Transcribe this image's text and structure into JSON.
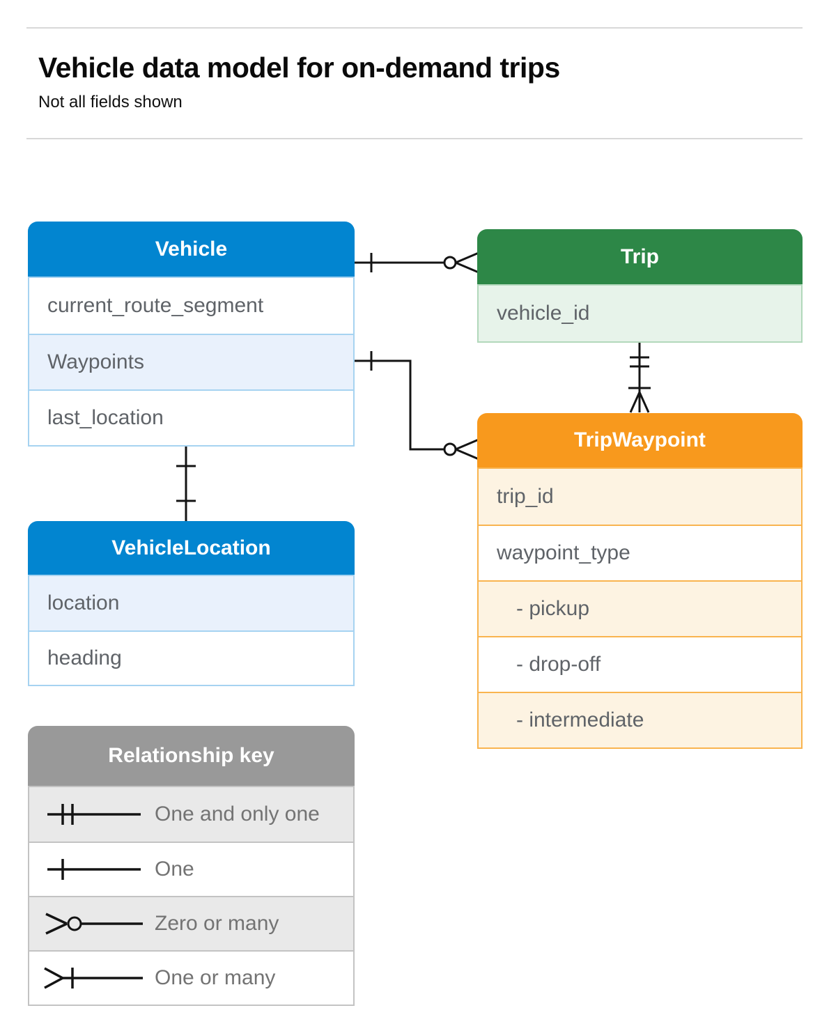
{
  "page": {
    "title": "Vehicle data model for on-demand trips",
    "subtitle": "Not all fields shown"
  },
  "tables": {
    "vehicle": {
      "title": "Vehicle",
      "fields": [
        "current_route_segment",
        "Waypoints",
        "last_location"
      ]
    },
    "trip": {
      "title": "Trip",
      "fields": [
        "vehicle_id"
      ]
    },
    "trip_waypoint": {
      "title": "TripWaypoint",
      "fields": [
        "trip_id",
        "waypoint_type",
        "- pickup",
        "- drop-off",
        "- intermediate"
      ]
    },
    "vehicle_location": {
      "title": "VehicleLocation",
      "fields": [
        "location",
        "heading"
      ]
    }
  },
  "legend": {
    "title": "Relationship key",
    "items": [
      {
        "label": "One and only one",
        "symbol": "one-and-only-one"
      },
      {
        "label": "One",
        "symbol": "one"
      },
      {
        "label": "Zero or many",
        "symbol": "zero-or-many"
      },
      {
        "label": "One or many",
        "symbol": "one-or-many"
      }
    ]
  },
  "relationships": [
    {
      "from": "Vehicle",
      "to": "Trip",
      "from_cardinality": "one",
      "to_cardinality": "zero-or-many"
    },
    {
      "from": "Vehicle.Waypoints",
      "to": "TripWaypoint",
      "from_cardinality": "one",
      "to_cardinality": "zero-or-many"
    },
    {
      "from": "Trip",
      "to": "TripWaypoint",
      "from_cardinality": "one-and-only-one",
      "to_cardinality": "one-or-many"
    },
    {
      "from": "Vehicle",
      "to": "VehicleLocation",
      "from_cardinality": "one",
      "to_cardinality": "one"
    }
  ],
  "colors": {
    "vehicle_header": "#0285d0",
    "vehicle_row_shaded": "#e9f1fc",
    "trip_header": "#2d8747",
    "trip_row_shaded": "#e7f3ea",
    "trip_waypoint_header": "#f8991d",
    "trip_waypoint_row_shaded": "#fdf3e2",
    "legend_header": "#999999",
    "legend_row_shaded": "#e9e9e9",
    "field_text": "#5f6368",
    "connector_line": "#141414"
  }
}
